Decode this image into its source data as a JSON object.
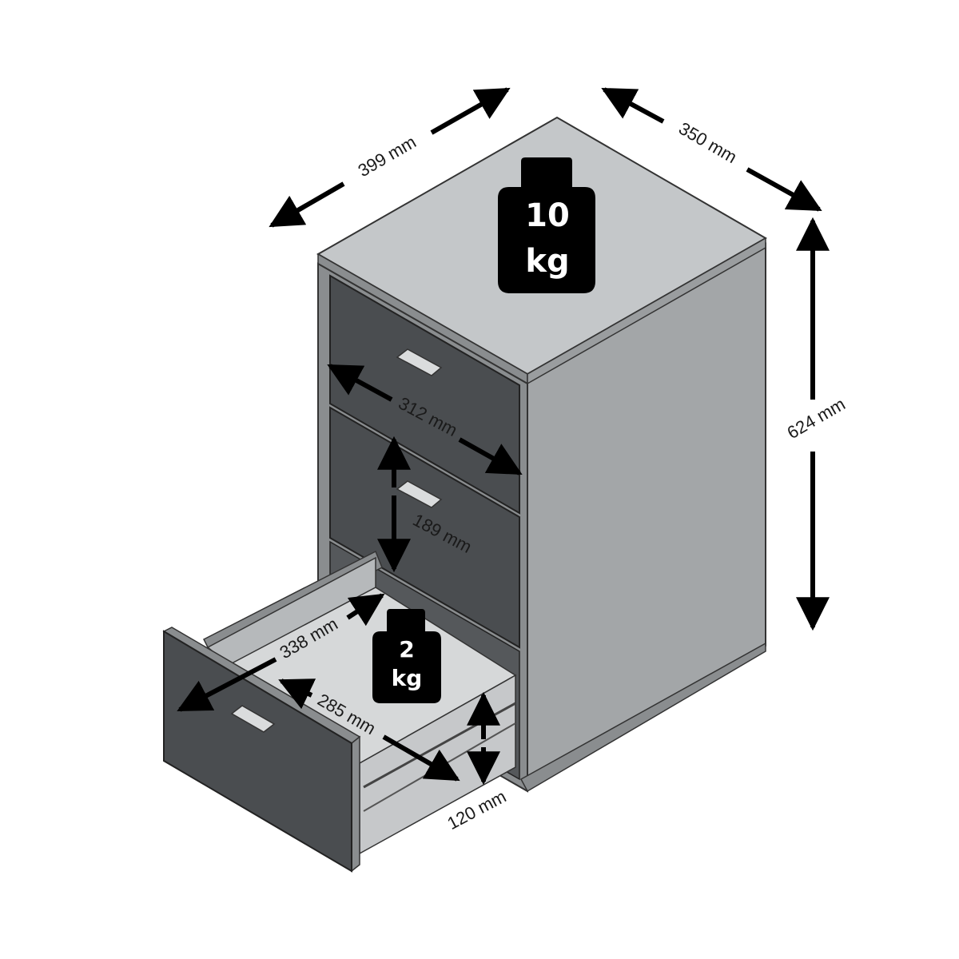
{
  "dimensions": {
    "width": "399 mm",
    "depth": "350 mm",
    "height": "624 mm",
    "drawer_width": "312 mm",
    "drawer_height": "189 mm",
    "drawer_inner_depth": "338 mm",
    "drawer_inner_width": "285 mm",
    "drawer_inner_height": "120 mm"
  },
  "weights": {
    "top": {
      "value": "10",
      "unit": "kg"
    },
    "drawer": {
      "value": "2",
      "unit": "kg"
    }
  },
  "colors": {
    "top_surface": "#c4c7c9",
    "side_panel": "#a3a6a8",
    "front_frame": "#8a8d8f",
    "drawer_front": "#4a4d50",
    "drawer_inside": "#d6d8d9",
    "arrow": "#000000",
    "weight_icon": "#000000"
  }
}
